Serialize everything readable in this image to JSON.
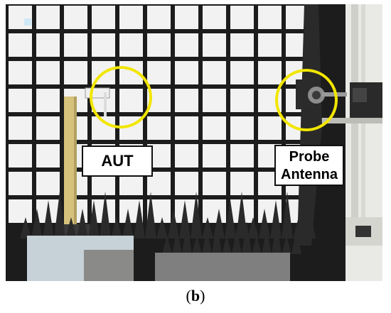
{
  "figure": {
    "labels": {
      "aut": "AUT",
      "probe_line1": "Probe",
      "probe_line2": "Antenna"
    },
    "caption_open": "(",
    "caption_letter": "b",
    "caption_close": ")",
    "colors": {
      "absorber_tile": "#f2f2f2",
      "grid_gap": "#1c1c1c",
      "highlight_circle": "#f2e600",
      "cone_absorber": "#2a2a2a"
    }
  }
}
